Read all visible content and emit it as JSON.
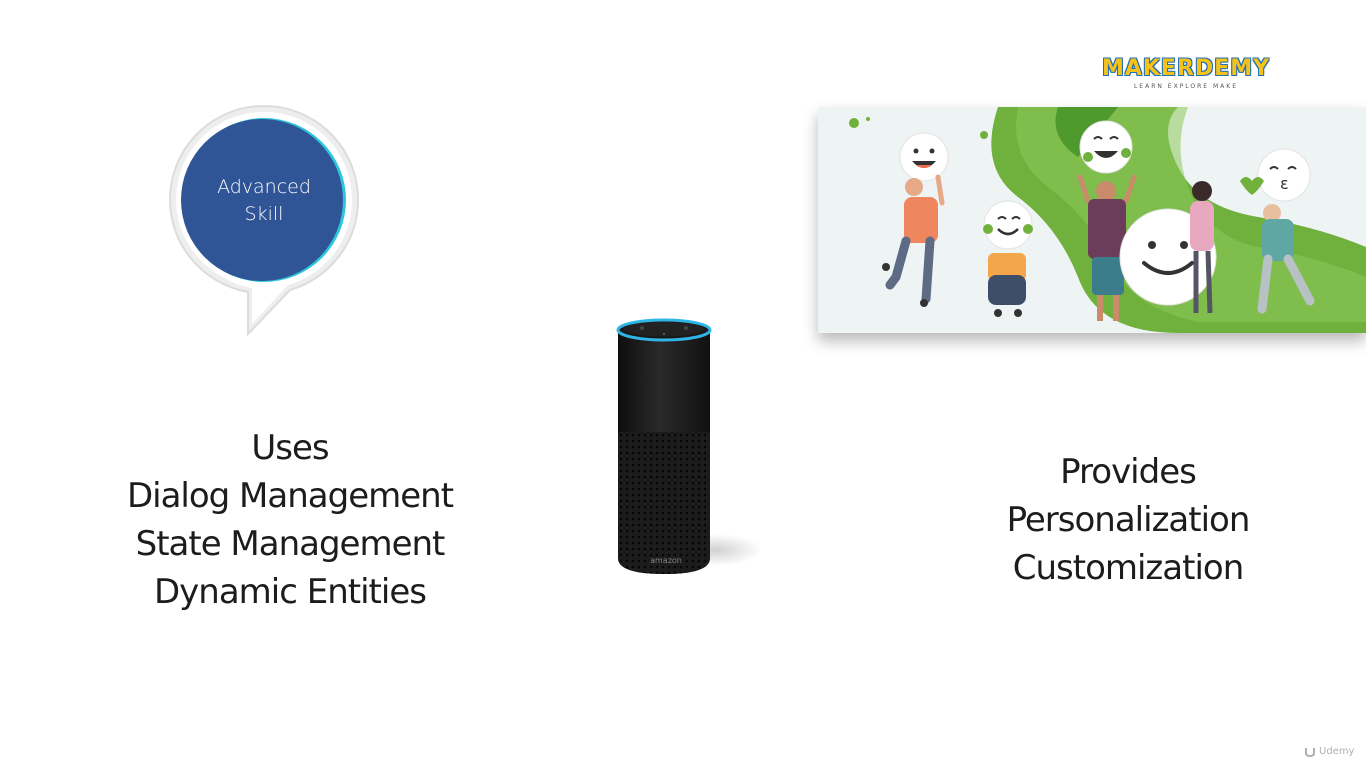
{
  "logo": {
    "name": "MAKERDEMY",
    "tagline": "LEARN EXPLORE MAKE",
    "colors": {
      "primary": "#f4c21b",
      "outline": "#1f6fb5"
    }
  },
  "skill_badge": {
    "line1": "Advanced",
    "line2": "Skill",
    "colors": {
      "fill": "#2f5596",
      "ring": "#e6e6e6",
      "accent": "#2ec4dc"
    }
  },
  "uses": {
    "lines": [
      "Uses",
      "Dialog Management",
      "State Management",
      "Dynamic Entities"
    ]
  },
  "provides": {
    "lines": [
      "Provides",
      "Personalization",
      "Customization"
    ]
  },
  "speaker": {
    "brand": "amazon",
    "colors": {
      "body": "#1b1b1b",
      "ring": "#2fb6e6"
    }
  },
  "banner": {
    "colors": {
      "background": "#eef3f4",
      "green": "#6fb13c",
      "dark_green": "#4f9a2c"
    }
  },
  "watermark": {
    "text": "Udemy"
  }
}
